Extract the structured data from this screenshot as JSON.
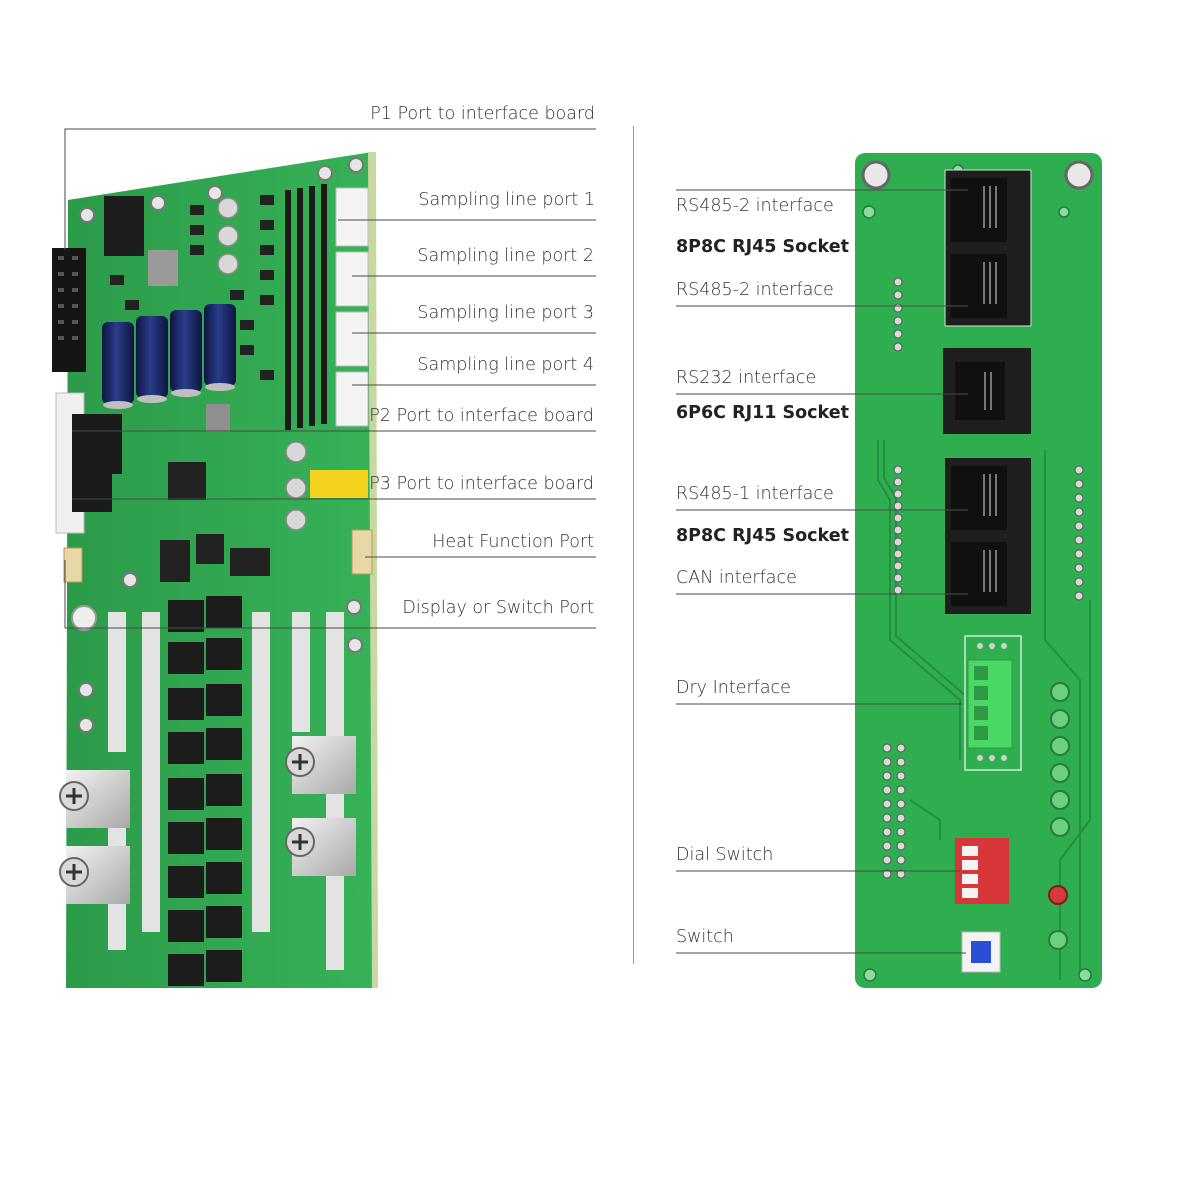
{
  "left_board": {
    "labels": [
      "P1 Port to interface board",
      "Sampling line port 1",
      "Sampling line port 2",
      "Sampling line port 3",
      "Sampling line port 4",
      "P2 Port to interface board",
      "P3 Port to interface board",
      "Heat Function Port",
      "Display or Switch Port"
    ]
  },
  "right_board": {
    "labels": [
      "RS485-2 interface",
      "8P8C RJ45 Socket",
      "RS485-2 interface",
      "RS232 interface",
      "6P6C RJ11 Socket",
      "RS485-1 interface",
      "8P8C RJ45 Socket",
      "CAN interface",
      "Dry Interface",
      "Dial Switch",
      "Switch"
    ]
  },
  "colors": {
    "pcb_green": "#2fa84f",
    "pcb_dark": "#1f7d3a",
    "connector_black": "#222222",
    "capacitor_blue": "#1c2a6b",
    "terminal_green": "#3ecf5a",
    "dip_red": "#d9363a",
    "switch_blue": "#2a4fd6"
  }
}
